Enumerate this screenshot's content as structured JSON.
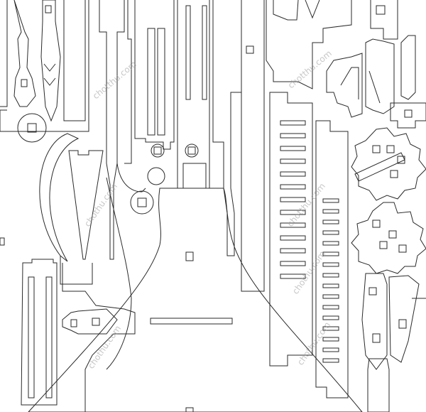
{
  "watermarks": [
    "chotthu.com",
    "chotthu.com",
    "chothu.com",
    "chotthu.com",
    "chothu.com",
    "chothu.com",
    "chothu.com"
  ]
}
